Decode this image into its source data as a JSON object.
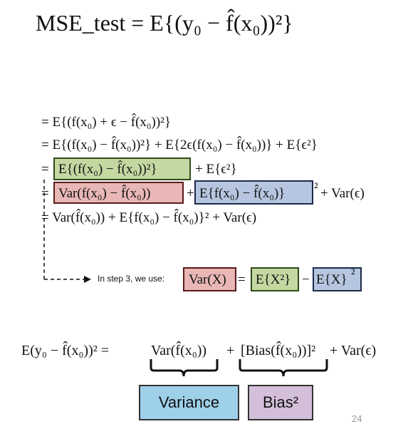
{
  "title_eq": "MSE_test = E{(y₀ − f̂(x₀))²}",
  "lines": [
    "= E{(f(x₀) + ϵ − f̂(x₀))²}",
    "= E{(f(x₀) − f̂(x₀))²} + E{2ϵ(f(x₀) − f̂(x₀))} + E{ϵ²}",
    "= E{(f(x₀) − f̂(x₀))²} + E{ϵ²}",
    "= Var(f(x₀) − f̂(x₀)) + E{f(x₀) − f̂(x₀)}² + Var(ϵ)",
    "= Var(f̂(x₀)) + E{f(x₀) − f̂(x₀)}² + Var(ϵ)"
  ],
  "line3_parts": {
    "eq": "=",
    "green": "E{(f(x₀) − f̂(x₀))²}",
    "rest": "+ E{ϵ²}"
  },
  "line4_parts": {
    "eq": "=",
    "red": "Var(f(x₀) − f̂(x₀))",
    "plus": "+",
    "blue": "E{f(x₀) − f̂(x₀)}",
    "sq": "²",
    "rest": "+ Var(ϵ)"
  },
  "note": {
    "text": "In step 3, we use:",
    "var": "Var(X)",
    "eq": "=",
    "ex2": "E{X²}",
    "minus": "−",
    "ex": "E{X}",
    "sq": "²"
  },
  "final_eq": {
    "left": "E(y₀ − f̂(x₀))² =",
    "var": "Var(f̂(x₀))",
    "plus1": "+",
    "bias": "[Bias(f̂(x₀))]²",
    "rest": "+ Var(ϵ)"
  },
  "labels": {
    "variance": "Variance",
    "bias": "Bias²"
  },
  "page_number": "24",
  "colors": {
    "red": "#e8b7b6",
    "green": "#c4d8a2",
    "blue": "#b6c6e0",
    "variance_tag": "#9fd0ea",
    "bias_tag": "#d3bfd9"
  }
}
